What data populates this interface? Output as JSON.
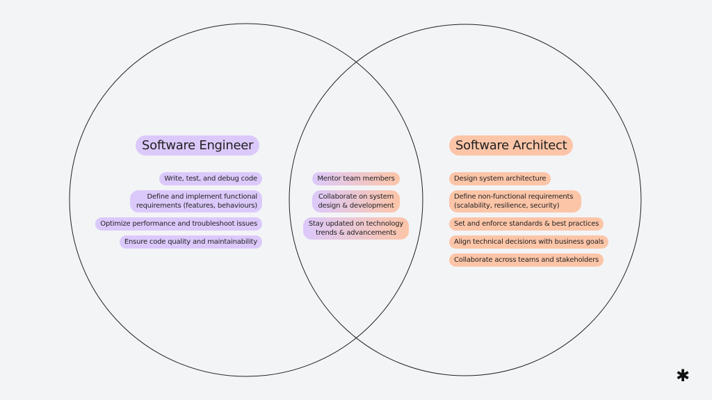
{
  "software_engineer": {
    "title": "Software Engineer",
    "items": [
      "Write, test, and debug code",
      "Define and implement functional requirements (features, behaviours)",
      "Optimize performance and troubleshoot issues",
      "Ensure code quality and maintainability"
    ]
  },
  "shared": {
    "items": [
      "Mentor team members",
      "Collaborate on system design & development",
      "Stay updated on technology trends & advancements"
    ]
  },
  "software_architect": {
    "title": "Software Architect",
    "items": [
      "Design system architecture",
      "Define non-functional requirements (scalability, resilience, security)",
      "Set and enforce standards & best practices",
      "Align technical decisions with business goals",
      "Collaborate across teams and stakeholders"
    ]
  },
  "colors": {
    "engineer": "#dcc9fb",
    "architect": "#fcc5a8",
    "line": "#1f1f1f",
    "background": "#f3f4f6"
  }
}
